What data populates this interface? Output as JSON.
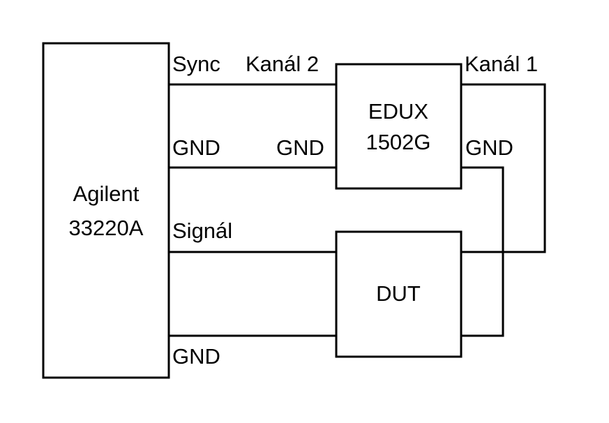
{
  "blocks": {
    "generator": {
      "line1": "Agilent",
      "line2": "33220A"
    },
    "scope": {
      "line1": "EDUX",
      "line2": "1502G"
    },
    "dut": {
      "label": "DUT"
    }
  },
  "labels": {
    "sync": "Sync",
    "gen_gnd_1": "GND",
    "signal": "Signál",
    "gen_gnd_2": "GND",
    "channel_2": "Kanál 2",
    "scope_gnd_left": "GND",
    "channel_1": "Kanál 1",
    "scope_gnd_right": "GND"
  },
  "colors": {
    "stroke": "#000000",
    "background": "#ffffff"
  }
}
